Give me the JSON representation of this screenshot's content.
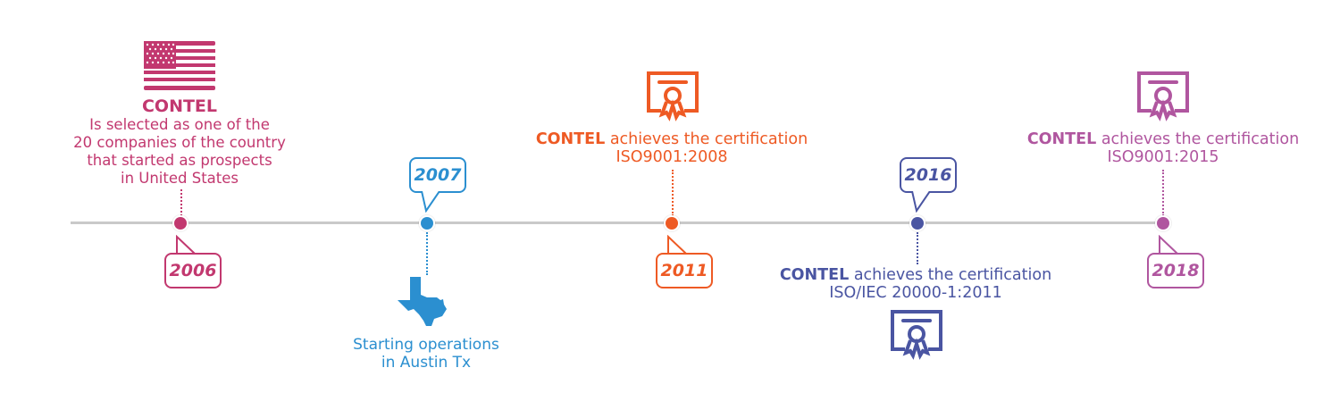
{
  "timeline": {
    "events": [
      {
        "year": "2006",
        "color": "#c2386f",
        "icon": "us-flag-icon",
        "title": "CONTEL",
        "lines": [
          "Is selected as one of the",
          "20 companies of the country",
          "that started as prospects",
          "in United States"
        ]
      },
      {
        "year": "2007",
        "color": "#2b8fd0",
        "icon": "texas-map-icon",
        "lines": [
          "Starting operations",
          "in Austin Tx"
        ]
      },
      {
        "year": "2011",
        "color": "#ee5a24",
        "icon": "certificate-icon",
        "brand": "CONTEL",
        "text": "achieves the certification",
        "cert": "ISO9001:2008"
      },
      {
        "year": "2016",
        "color": "#4a55a2",
        "icon": "certificate-icon",
        "brand": "CONTEL",
        "text": "achieves the certification",
        "cert": "ISO/IEC 20000-1:2011"
      },
      {
        "year": "2018",
        "color": "#b0569f",
        "icon": "certificate-icon",
        "brand": "CONTEL",
        "text": "achieves the certification",
        "cert": "ISO9001:2015"
      }
    ]
  }
}
